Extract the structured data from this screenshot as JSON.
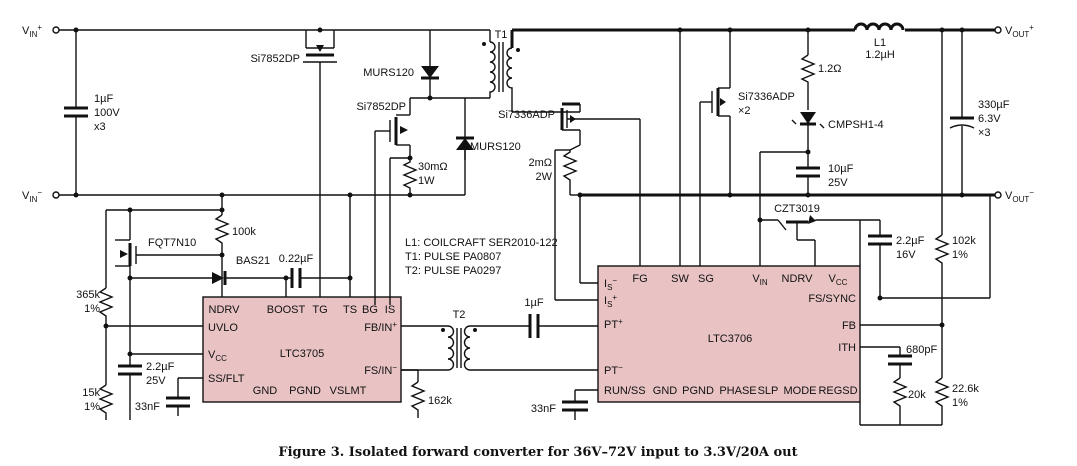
{
  "terminals": {
    "vin_plus": "V",
    "vin_plus_sub": "IN",
    "vin_plus_sup": "+",
    "vin_minus": "V",
    "vin_minus_sub": "IN",
    "vin_minus_sup": "−",
    "vout_plus": "V",
    "vout_plus_sub": "OUT",
    "vout_plus_sup": "+",
    "vout_minus": "V",
    "vout_minus_sub": "OUT",
    "vout_minus_sup": "−"
  },
  "components": {
    "cin": [
      "1µF",
      "100V",
      "x3"
    ],
    "q_top": "Si7852DP",
    "d_top": "MURS120",
    "q_bot": "Si7852DP",
    "d_bot": "MURS120",
    "rsense": [
      "30mΩ",
      "1W"
    ],
    "t1": "T1",
    "q_sync1": "Si7336ADP",
    "q_sync2": [
      "Si7336ADP",
      "×2"
    ],
    "r_sense2": [
      "2mΩ",
      "2W"
    ],
    "l1": [
      "L1",
      "1.2µH"
    ],
    "r12": "1.2Ω",
    "d_cmpsh": "CMPSH1-4",
    "c10u": [
      "10µF",
      "25V"
    ],
    "cout": [
      "330µF",
      "6.3V",
      "×3"
    ],
    "q_czt": "CZT3019",
    "c22u_16": [
      "2.2µF",
      "16V"
    ],
    "r102k": [
      "102k",
      "1%"
    ],
    "q_fqt": "FQT7N10",
    "r100k": "100k",
    "d_bas": "BAS21",
    "c022": "0.22µF",
    "r365k": [
      "365k",
      "1%"
    ],
    "c22u_25": [
      "2.2µF",
      "25V"
    ],
    "r15k": [
      "15k",
      "1%"
    ],
    "c33n_a": "33nF",
    "r162k": "162k",
    "t2": "T2",
    "c1u": "1µF",
    "c33n_b": "33nF",
    "c680p": "680pF",
    "r20k": "20k",
    "r22k6": [
      "22.6k",
      "1%"
    ]
  },
  "notes": [
    "L1: COILCRAFT SER2010-122",
    "T1: PULSE PA0807",
    "T2: PULSE PA0297"
  ],
  "ic1": {
    "name": "LTC3705",
    "pins_top": [
      "NDRV",
      "BOOST",
      "TG",
      "TS",
      "BG",
      "IS"
    ],
    "pins_left": [
      "UVLO",
      "V",
      "SS/FLT"
    ],
    "vcc_sub": "CC",
    "pins_right_top": "FB/IN",
    "pins_right_top_sup": "+",
    "pins_right_bot": "FS/IN",
    "pins_right_bot_sup": "−",
    "pins_bottom": [
      "GND",
      "PGND",
      "VSLMT"
    ]
  },
  "ic2": {
    "name": "LTC3706",
    "pins_top": [
      "FG",
      "SW",
      "SG",
      "V",
      "NDRV",
      "V"
    ],
    "vin_sub": "IN",
    "vcc_sub": "CC",
    "pins_left": [
      "I",
      "I",
      "PT",
      "PT",
      "RUN/SS"
    ],
    "is_sub": "S",
    "is_minus_sup": "−",
    "is_plus_sup": "+",
    "pt_plus_sup": "+",
    "pt_minus_sup": "−",
    "pins_right": [
      "FS/SYNC",
      "FB",
      "ITH"
    ],
    "pins_bottom": [
      "GND",
      "PGND",
      "PHASE",
      "SLP",
      "MODE",
      "REGSD"
    ]
  },
  "caption": "Figure 3. Isolated forward converter for 36V–72V input to 3.3V/20A out"
}
